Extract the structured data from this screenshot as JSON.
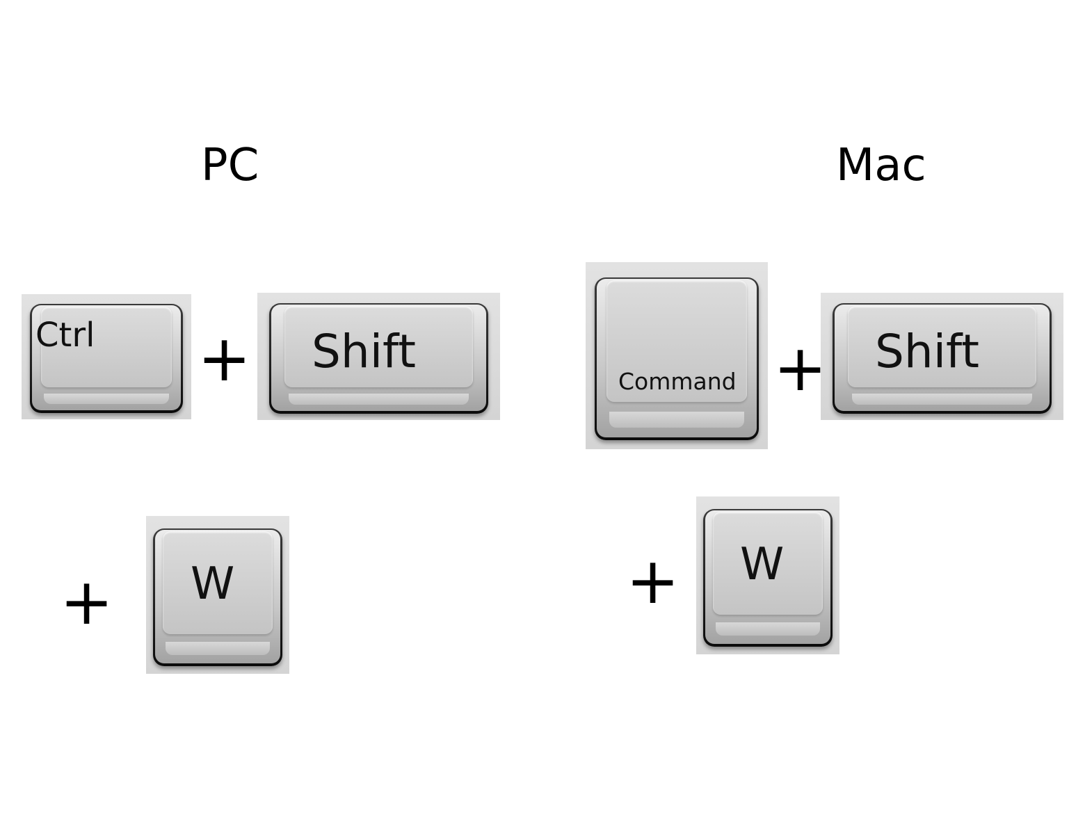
{
  "pc": {
    "heading": "PC",
    "keys": {
      "ctrl": "Ctrl",
      "shift": "Shift",
      "w": "W"
    },
    "plus": "+"
  },
  "mac": {
    "heading": "Mac",
    "keys": {
      "command": "Command",
      "shift": "Shift",
      "w": "W"
    },
    "plus": "+"
  }
}
